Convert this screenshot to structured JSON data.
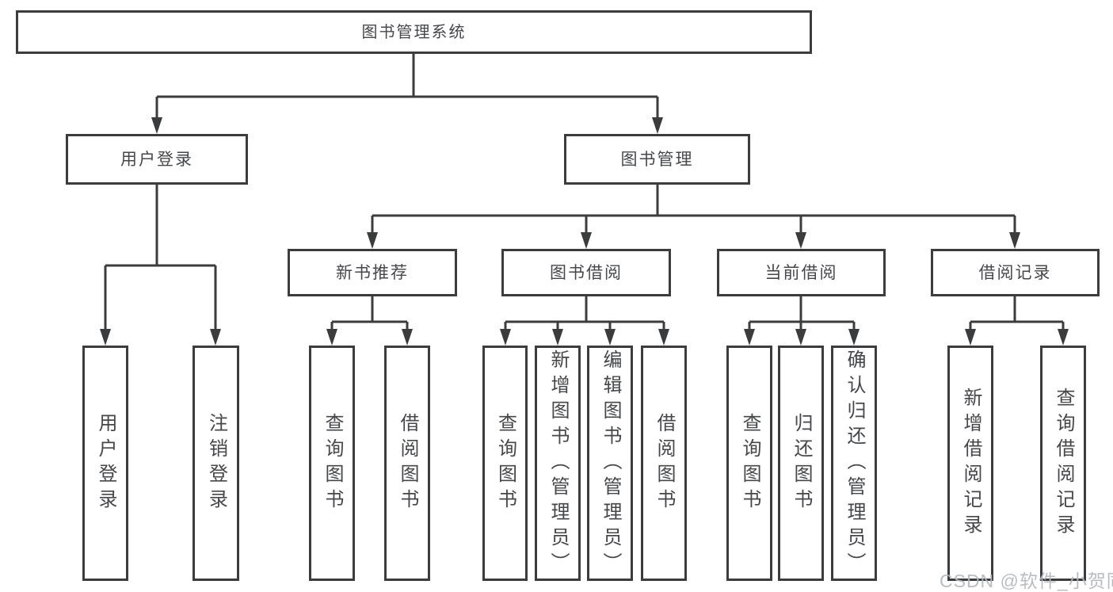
{
  "tree": {
    "root": {
      "label": "图书管理系统"
    },
    "children": [
      {
        "label": "用户登录",
        "children": [
          {
            "label": "用户登录"
          },
          {
            "label": "注销登录"
          }
        ]
      },
      {
        "label": "图书管理",
        "children": [
          {
            "label": "新书推荐",
            "children": [
              {
                "label": "查询图书"
              },
              {
                "label": "借阅图书"
              }
            ]
          },
          {
            "label": "图书借阅",
            "children": [
              {
                "label": "查询图书"
              },
              {
                "label": "新增图书（管理员）"
              },
              {
                "label": "编辑图书（管理员）"
              },
              {
                "label": "借阅图书"
              }
            ]
          },
          {
            "label": "当前借阅",
            "children": [
              {
                "label": "查询图书"
              },
              {
                "label": "归还图书"
              },
              {
                "label": "确认归还（管理员）"
              }
            ]
          },
          {
            "label": "借阅记录",
            "children": [
              {
                "label": "新增借阅记录"
              },
              {
                "label": "查询借阅记录"
              }
            ]
          }
        ]
      }
    ]
  },
  "watermark": "CSDN @软件_小贺同学",
  "colors": {
    "line": "#3a3c3e",
    "text": "#45474b",
    "watermark": "#b2b7bf",
    "background": "#ffffff"
  }
}
